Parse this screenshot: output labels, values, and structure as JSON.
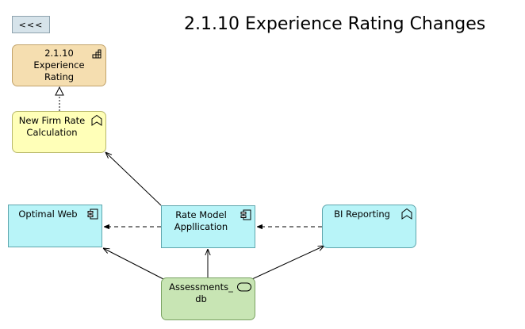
{
  "back_button": {
    "label": "<<<"
  },
  "page": {
    "title": "2.1.10 Experience Rating Changes"
  },
  "nodes": {
    "experience_rating": {
      "label": "2.1.10\nExperience\nRating",
      "icon": "value-stream-icon",
      "color": "#f5deb0"
    },
    "new_firm_rate": {
      "label": "New Firm Rate\nCalculation",
      "icon": "business-function-icon",
      "color": "#ffffb8"
    },
    "optimal_web": {
      "label": "Optimal Web",
      "icon": "application-component-icon",
      "color": "#b8f4f8"
    },
    "rate_model": {
      "label": "Rate Model\nAppllication",
      "icon": "application-component-icon",
      "color": "#b8f4f8"
    },
    "bi_reporting": {
      "label": "BI Reporting",
      "icon": "application-function-icon",
      "color": "#b8f4f8"
    },
    "assessments_db": {
      "label": "Assessments_\ndb",
      "icon": "data-object-icon",
      "color": "#c8e5b4"
    }
  }
}
